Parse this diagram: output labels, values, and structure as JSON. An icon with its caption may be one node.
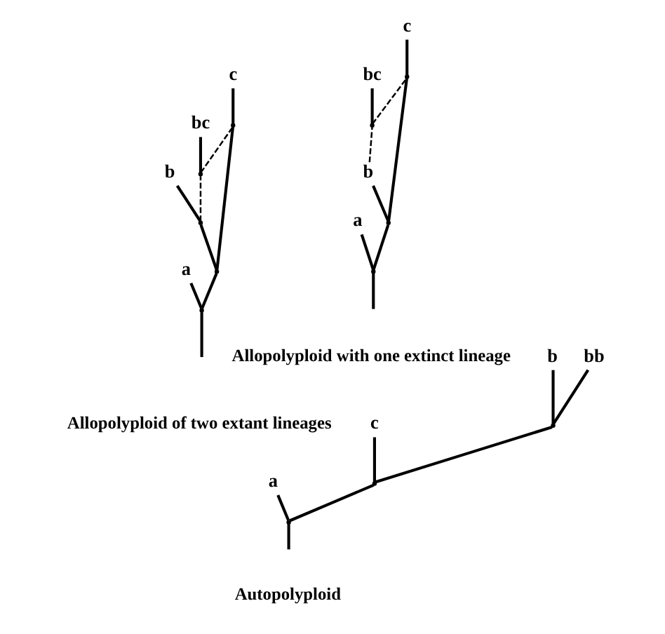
{
  "diagram": {
    "nodes": [
      {
        "text": [
          "a"
        ]
      },
      {
        "text": [
          "b"
        ]
      },
      {
        "text": [
          "bc"
        ]
      },
      {
        "text": [
          "c"
        ]
      },
      {
        "text": [],
        "shape": "point"
      },
      {
        "text": [],
        "shape": "point"
      },
      {
        "text": [],
        "shape": "point"
      },
      {
        "text": [],
        "shape": "point"
      },
      {
        "text": [],
        "shape": "point"
      },
      {
        "text": [
          "a"
        ]
      },
      {
        "text": [
          "b"
        ]
      },
      {
        "text": [
          "bc"
        ]
      },
      {
        "text": [
          "c"
        ]
      },
      {
        "text": [],
        "shape": "point"
      },
      {
        "text": [],
        "shape": "point"
      },
      {
        "text": [],
        "shape": "point"
      },
      {
        "text": [],
        "shape": "point"
      },
      {
        "text": [
          "a"
        ]
      },
      {
        "text": [
          "b"
        ]
      },
      {
        "text": [
          "bb"
        ]
      },
      {
        "text": [
          "c"
        ]
      },
      {
        "text": [],
        "shape": "point"
      },
      {
        "text": [],
        "shape": "point"
      },
      {
        "text": [],
        "shape": "point"
      }
    ],
    "edges": [
      {
        "from": null,
        "to": 4,
        "arrow": "none"
      },
      {
        "from": 4,
        "to": 0,
        "arrow": "none"
      },
      {
        "from": 4,
        "to": 5,
        "arrow": "none"
      },
      {
        "from": 5,
        "to": 6,
        "arrow": "none"
      },
      {
        "from": 6,
        "to": 1,
        "arrow": "none"
      },
      {
        "from": 5,
        "to": 8,
        "arrow": "none"
      },
      {
        "from": 8,
        "to": 3,
        "arrow": "none"
      },
      {
        "from": 6,
        "to": 7,
        "arrow": "none",
        "style": "dashed"
      },
      {
        "from": 7,
        "to": 8,
        "arrow": "none",
        "style": "dashed"
      },
      {
        "from": 7,
        "to": 2,
        "arrow": "none"
      },
      {
        "from": null,
        "to": 13,
        "arrow": "none"
      },
      {
        "from": 13,
        "to": 9,
        "arrow": "none"
      },
      {
        "from": 13,
        "to": 14,
        "arrow": "none"
      },
      {
        "from": 14,
        "to": 10,
        "arrow": "none"
      },
      {
        "from": 14,
        "to": 16,
        "arrow": "none"
      },
      {
        "from": 16,
        "to": 12,
        "arrow": "none"
      },
      {
        "from": 10,
        "to": 15,
        "arrow": "none",
        "style": "dashed"
      },
      {
        "from": 15,
        "to": 16,
        "arrow": "none",
        "style": "dashed"
      },
      {
        "from": 15,
        "to": 11,
        "arrow": "none"
      },
      {
        "from": null,
        "to": 21,
        "arrow": "none"
      },
      {
        "from": 21,
        "to": 17,
        "arrow": "none"
      },
      {
        "from": 21,
        "to": 22,
        "arrow": "none"
      },
      {
        "from": 22,
        "to": 23,
        "arrow": "none"
      },
      {
        "from": 23,
        "to": 18,
        "arrow": "none"
      },
      {
        "from": 23,
        "to": 19,
        "arrow": "none"
      },
      {
        "from": 22,
        "to": 20,
        "arrow": "none"
      }
    ],
    "labels": [
      "Allopolyploid of two extant lineages",
      "Allopolyploid with one extinct lineage",
      "Autopolyploid"
    ]
  }
}
